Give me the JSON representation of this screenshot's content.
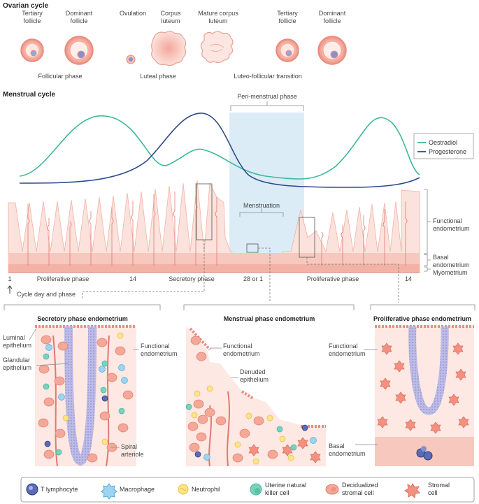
{
  "ovarian": {
    "title": "Ovarian cycle",
    "stages": {
      "tertiary1": [
        "Tertiary",
        "follicle"
      ],
      "dominant1": [
        "Dominant",
        "follicle"
      ],
      "ovulation": "Ovulation",
      "corpus": [
        "Corpus",
        "luteum"
      ],
      "mature": [
        "Mature corpus",
        "luteum"
      ],
      "tertiary2": [
        "Tertiary",
        "follicle"
      ],
      "dominant2": [
        "Dominant",
        "follicle"
      ]
    },
    "phases": {
      "follicular": "Follicular phase",
      "luteal": "Luteal phase",
      "transition": "Luteo-follicular transition"
    }
  },
  "menstrual": {
    "title": "Menstrual cycle",
    "perimenstrual": "Peri-menstrual phase",
    "menstruation": "Menstruation",
    "legend": {
      "oestradiol": "Oestradiol",
      "progesterone": "Progesterone",
      "oestradiol_color": "#3cb89a",
      "progesterone_color": "#2c4a8c"
    },
    "layers": {
      "functional": [
        "Functional",
        "endometrium"
      ],
      "basal": [
        "Basal",
        "endometrium"
      ],
      "myometrium": "Myometrium"
    },
    "axis": {
      "day1": "1",
      "prolif1": "Proliferative phase",
      "day14a": "14",
      "secretory": "Secretory phase",
      "day28": "28 or 1",
      "prolif2": "Proliferative phase",
      "day14b": "14",
      "caption": "Cycle day and phase"
    }
  },
  "panels": {
    "secretory": {
      "title": "Secretory phase endometrium",
      "luminal": [
        "Luminal",
        "epithelium"
      ],
      "glandular": [
        "Glandular",
        "epithelium"
      ],
      "functional": [
        "Functional",
        "endometrium"
      ],
      "spiral": [
        "Spiral",
        "arteriole"
      ]
    },
    "menstrual": {
      "title": "Menstrual phase endometrium",
      "functional": [
        "Functional",
        "endometrium"
      ],
      "denuded": [
        "Denuded",
        "epithelium"
      ]
    },
    "proliferative": {
      "title": "Proliferative phase endometrium",
      "functional": [
        "Functional",
        "endometrium"
      ],
      "basal": [
        "Basal",
        "endometrium"
      ]
    }
  },
  "key": {
    "t_lymphocyte": "T lymphocyte",
    "macrophage": "Macrophage",
    "neutrophil": "Neutrophil",
    "unk": [
      "Uterine natural",
      "killer cell"
    ],
    "decidualized": [
      "Decidualized",
      "stromal cell"
    ],
    "stromal": [
      "Stromal",
      "cell"
    ]
  }
}
